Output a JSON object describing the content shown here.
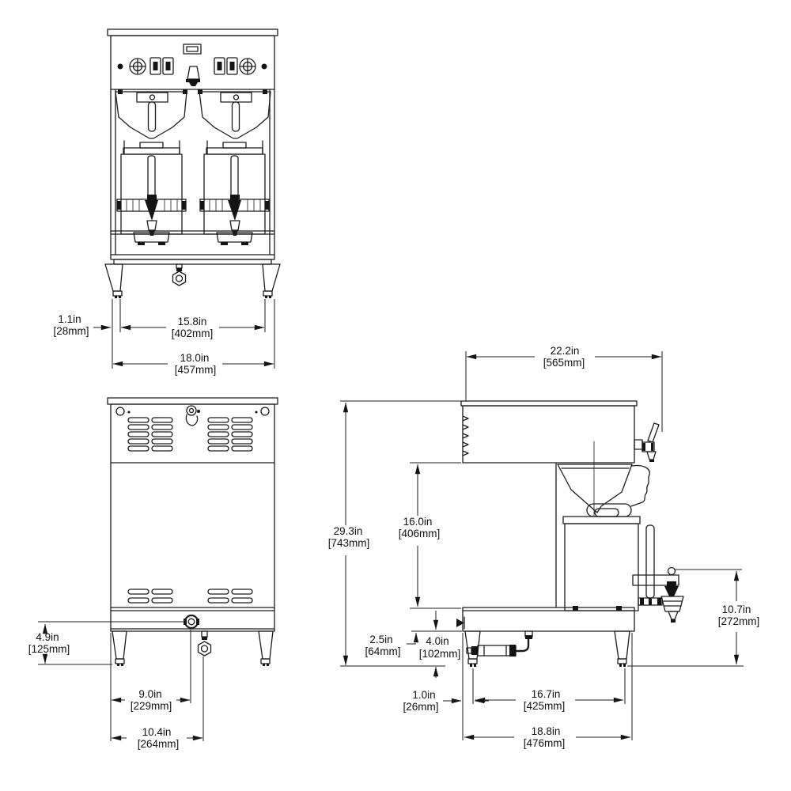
{
  "colors": {
    "line": "#1c1c1c",
    "background": "#ffffff"
  },
  "views": {
    "front": {
      "dims": {
        "leg_inset": {
          "in": "1.1in",
          "mm": "[28mm]"
        },
        "leg_span": {
          "in": "15.8in",
          "mm": "[402mm]"
        },
        "overall_width": {
          "in": "18.0in",
          "mm": "[457mm]"
        }
      }
    },
    "rear": {
      "dims": {
        "inlet_height": {
          "in": "4.9in",
          "mm": "[125mm]"
        },
        "inlet_offset": {
          "in": "9.0in",
          "mm": "[229mm]"
        },
        "drain_offset": {
          "in": "10.4in",
          "mm": "[264mm]"
        }
      }
    },
    "side": {
      "dims": {
        "top_depth": {
          "in": "22.2in",
          "mm": "[565mm]"
        },
        "overall_height": {
          "in": "29.3in",
          "mm": "[743mm]"
        },
        "counter_clearance": {
          "in": "16.0in",
          "mm": "[406mm]"
        },
        "base_height": {
          "in": "2.5in",
          "mm": "[64mm]"
        },
        "leg_height": {
          "in": "4.0in",
          "mm": "[102mm]"
        },
        "faucet_height": {
          "in": "10.7in",
          "mm": "[272mm]"
        },
        "rear_leg_inset": {
          "in": "1.0in",
          "mm": "[26mm]"
        },
        "leg_span": {
          "in": "16.7in",
          "mm": "[425mm]"
        },
        "overall_depth": {
          "in": "18.8in",
          "mm": "[476mm]"
        }
      }
    }
  }
}
